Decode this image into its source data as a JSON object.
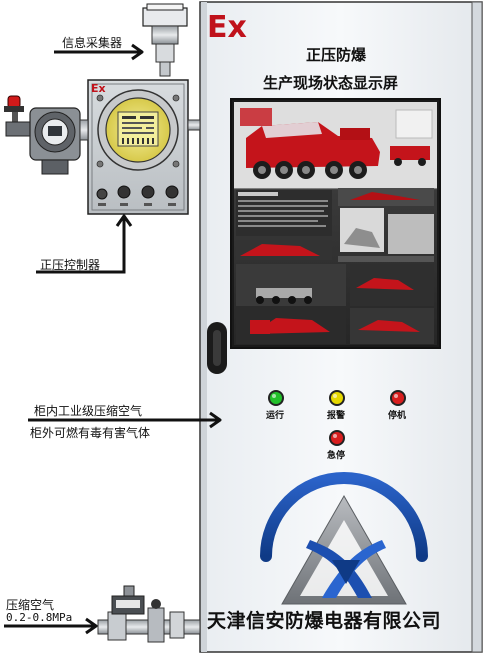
{
  "cabinet": {
    "ex_mark": "Ex",
    "title": "正压防爆",
    "subtitle": "生产现场状态显示屏",
    "company": "天津信安防爆电器有限公司"
  },
  "controller": {
    "ex_mark": "Ex"
  },
  "labels": {
    "info_collector": "信息采集器",
    "pressure_controller": "正压控制器",
    "inside_air": "柜内工业级压缩空气",
    "outside_gas": "柜外可燃有毒有害气体",
    "compressed_air": "压缩空气",
    "pressure_range": "0.2-0.8MPa"
  },
  "lamps": [
    {
      "label": "运行",
      "color": "#22c02a"
    },
    {
      "label": "报警",
      "color": "#e6d800"
    },
    {
      "label": "停机",
      "color": "#d81e1e"
    },
    {
      "label": "急停",
      "color": "#d81e1e"
    }
  ],
  "colors": {
    "ex_red": "#c0121b",
    "logo_blue": "#1f4fa8"
  }
}
